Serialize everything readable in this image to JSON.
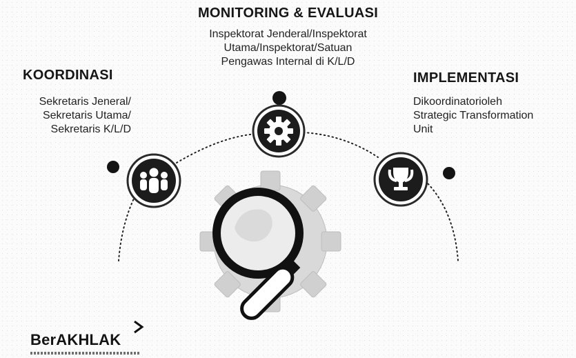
{
  "top": {
    "title": "MONITORING & EVALUASI",
    "lines": [
      "Inspektorat Jenderal/Inspektorat",
      "Utama/Inspektorat/Satuan",
      "Pengawas Internal di K/L/D"
    ]
  },
  "left": {
    "title": "KOORDINASI",
    "lines": [
      "Sekretaris Jeneral/",
      "Sekretaris Utama/",
      "Sekretaris K/L/D"
    ]
  },
  "right": {
    "title": "IMPLEMENTASI",
    "lines": [
      "Dikoordinatorioleh",
      "Strategic Transformation",
      "Unit"
    ]
  },
  "icons": {
    "left": "people-group-icon",
    "center": "gear-icon",
    "right": "trophy-icon",
    "hero": "magnifying-glass-icon"
  },
  "logo": {
    "text": "BerAKHLAK"
  },
  "colors": {
    "icon_bg": "#1c1c1c",
    "icon_ring": "#2a2a2a",
    "icon_fg": "#ffffff",
    "accent": "#111111"
  }
}
